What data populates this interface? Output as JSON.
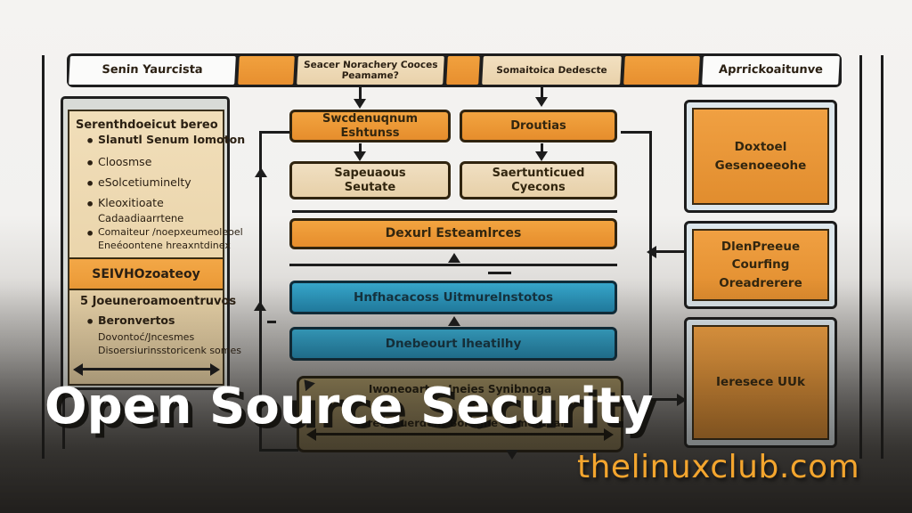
{
  "title": "Open Source Security",
  "watermark": "thelinuxclub.com",
  "colors": {
    "orange": "#EC9A37",
    "beige": "#EDD9B8",
    "blue": "#2F9FC4",
    "olive": "#8F7F55",
    "watermark_orange": "#F3A52E",
    "line": "#1C1C1C"
  },
  "header_bar": {
    "segments": [
      {
        "style": "white",
        "line1": "Senin Yaurcista",
        "line2": ""
      },
      {
        "style": "orange",
        "line1": "",
        "line2": ""
      },
      {
        "style": "beige",
        "line1": "Seacer Norachery Cooces",
        "line2": "Peamame?"
      },
      {
        "style": "orange",
        "line1": "",
        "line2": ""
      },
      {
        "style": "beige",
        "line1": "Somaitoica Dedescte",
        "line2": ""
      },
      {
        "style": "orange",
        "line1": "",
        "line2": ""
      },
      {
        "style": "white",
        "line1": "Aprrickoaitunve",
        "line2": ""
      }
    ]
  },
  "sidebar": {
    "header": "Serenthdoeicut bereo",
    "items": [
      "Slanutl Senum Iomoton",
      "Cloosmse",
      "eSolcetiuminelty",
      "Kleoxitioate"
    ],
    "sub_item": "Cadaadiaarrtene",
    "multi_bullet_line1": "Comaiteur /noepxeumeoleoel",
    "multi_bullet_line2": "Eneéoontene hreaxntdinex",
    "band": "SEIVHOzoateoy",
    "section2_header": "5 Joeuneroamoentruvos",
    "item2": "Beronvertos",
    "sub2a": "Dovontoć/Jncesmes",
    "sub2b": "Disoersiurinsstoricenk somes"
  },
  "flow": {
    "top_left": "Swcdenuqnum Eshtunss",
    "top_right": "Droutias",
    "mid_left_line1": "Sapeuaous",
    "mid_left_line2": "Seutate",
    "mid_right_line1": "Saertunticued",
    "mid_right_line2": "Cyecons",
    "band": "Dexurl Esteamlrces",
    "blue1": "Hnfhacacoss Uitmurelnstotos",
    "blue2": "Dnebeourt Iheatilhy",
    "olive_title": "Iwoneoarten Ineies Synibnoga",
    "olive_arrow_label": "corew Cuerdent Boregne Gomentear"
  },
  "right_panels": {
    "p1_line1": "Doxtoel",
    "p1_line2": "Gesenoeeohe",
    "p2_line1": "DlenPreeue",
    "p2_line2": "Courfing Oreadrerere",
    "p3_line1": "Ieresece UUk"
  }
}
